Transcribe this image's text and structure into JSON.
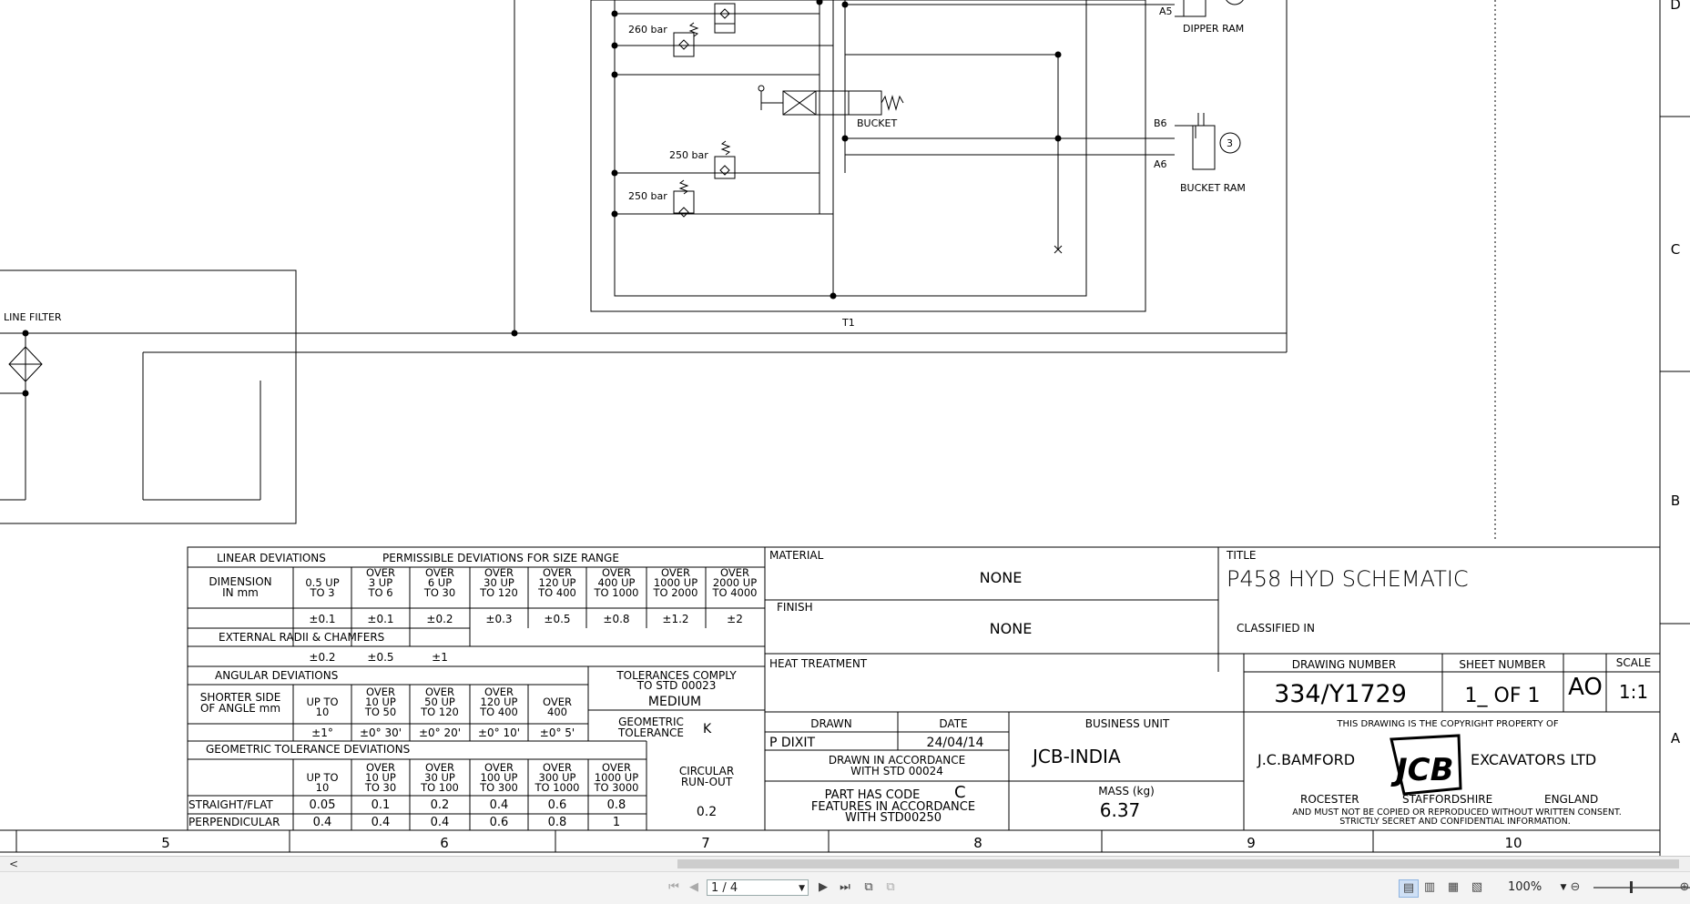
{
  "drawing": {
    "hyd_labels": {
      "relief_1": "260 bar",
      "relief_2": "250 bar",
      "relief_3": "250 bar",
      "port_a5": "A5",
      "port_b6": "B6",
      "port_a6": "A6",
      "dipper_ram": "DIPPER RAM",
      "bucket_ram": "BUCKET RAM",
      "bucket": "BUCKET",
      "ram_number_3": "3",
      "tank_port": "T1",
      "line_filter": "LINE FILTER"
    },
    "border": {
      "rows": [
        "D",
        "C",
        "B",
        "A"
      ],
      "columns": [
        "5",
        "6",
        "7",
        "8",
        "9",
        "10"
      ]
    },
    "tolerance_table": {
      "linear_title": "LINEAR DEVIATIONS",
      "permissible_title": "PERMISSIBLE DEVIATIONS FOR SIZE RANGE",
      "dimension_label": [
        "DIMENSION",
        "IN mm"
      ],
      "linear_ranges": [
        [
          "0.5 UP",
          "TO 3"
        ],
        [
          "OVER",
          "3 UP",
          "TO 6"
        ],
        [
          "OVER",
          "6 UP",
          "TO 30"
        ],
        [
          "OVER",
          "30 UP",
          "TO 120"
        ],
        [
          "OVER",
          "120 UP",
          "TO 400"
        ],
        [
          "OVER",
          "400 UP",
          "TO 1000"
        ],
        [
          "OVER",
          "1000 UP",
          "TO 2000"
        ],
        [
          "OVER",
          "2000 UP",
          "TO 4000"
        ]
      ],
      "linear_values": [
        "±0.1",
        "±0.1",
        "±0.2",
        "±0.3",
        "±0.5",
        "±0.8",
        "±1.2",
        "±2"
      ],
      "radii_title": "EXTERNAL RADII & CHAMFERS",
      "radii_values": [
        "±0.2",
        "±0.5",
        "±1"
      ],
      "angular_title": "ANGULAR DEVIATIONS",
      "shorter_side_label": [
        "SHORTER SIDE",
        "OF ANGLE mm"
      ],
      "angular_ranges": [
        [
          "UP TO",
          "10"
        ],
        [
          "OVER",
          "10 UP",
          "TO 50"
        ],
        [
          "OVER",
          "50 UP",
          "TO 120"
        ],
        [
          "OVER",
          "120 UP",
          "TO 400"
        ],
        [
          "OVER",
          "400"
        ]
      ],
      "angular_values": [
        "±1°",
        "±0° 30'",
        "±0° 20'",
        "±0° 10'",
        "±0° 5'"
      ],
      "tolerances_comply": [
        "TOLERANCES COMPLY",
        "TO STD 00023"
      ],
      "medium": "MEDIUM",
      "geometric_tolerance": [
        "GEOMETRIC",
        "TOLERANCE"
      ],
      "geometric_tolerance_code": "K",
      "geo_title": "GEOMETRIC TOLERANCE DEVIATIONS",
      "geo_ranges": [
        [
          "UP TO",
          "10"
        ],
        [
          "OVER",
          "10 UP",
          "TO 30"
        ],
        [
          "OVER",
          "30 UP",
          "TO 100"
        ],
        [
          "OVER",
          "100 UP",
          "TO 300"
        ],
        [
          "OVER",
          "300 UP",
          "TO 1000"
        ],
        [
          "OVER",
          "1000 UP",
          "TO 3000"
        ]
      ],
      "circular_runout": [
        "CIRCULAR",
        "RUN-OUT"
      ],
      "straight_flat_label": "STRAIGHT/FLAT",
      "straight_flat_values": [
        "0.05",
        "0.1",
        "0.2",
        "0.4",
        "0.6",
        "0.8"
      ],
      "perpendicular_label": "PERPENDICULAR",
      "perpendicular_values": [
        "0.4",
        "0.4",
        "0.4",
        "0.6",
        "0.8",
        "1"
      ],
      "runout_value": "0.2"
    },
    "title_block": {
      "material_label": "MATERIAL",
      "material": "NONE",
      "finish_label": "FINISH",
      "finish": "NONE",
      "heat_treatment_label": "HEAT TREATMENT",
      "title_label": "TITLE",
      "title": "P458 HYD SCHEMATIC",
      "classified_in": "CLASSIFIED IN",
      "drawing_number_label": "DRAWING NUMBER",
      "drawing_number": "334/Y1729",
      "sheet_number_label": "SHEET NUMBER",
      "sheet_number": "1_ OF 1",
      "size": "AO",
      "scale_label": "SCALE",
      "scale": "1:1",
      "drawn_label": "DRAWN",
      "drawn_by": "P DIXIT",
      "date_label": "DATE",
      "date": "24/04/14",
      "drawn_accordance": [
        "DRAWN IN ACCORDANCE",
        "WITH STD 00024"
      ],
      "part_code": [
        "PART HAS CODE",
        "FEATURES IN ACCORDANCE",
        "WITH STD00250"
      ],
      "part_code_letter": "C",
      "business_unit_label": "BUSINESS UNIT",
      "business_unit": "JCB-INDIA",
      "mass_label": "MASS (kg)",
      "mass": "6.37",
      "copyright_line": "THIS DRAWING IS THE COPYRIGHT PROPERTY OF",
      "company_left": "J.C.BAMFORD",
      "company_right": "EXCAVATORS LTD",
      "logo_text": "JCB",
      "address": [
        "ROCESTER",
        "STAFFORDSHIRE",
        "ENGLAND"
      ],
      "legal_1": "AND MUST NOT BE COPIED OR REPRODUCED WITHOUT WRITTEN CONSENT.",
      "legal_2": "STRICTLY SECRET AND CONFIDENTIAL INFORMATION."
    }
  },
  "scrollbar": {
    "left_arrow": "<"
  },
  "toolbar": {
    "page_indicator": "1 / 4",
    "zoom": "100%"
  }
}
